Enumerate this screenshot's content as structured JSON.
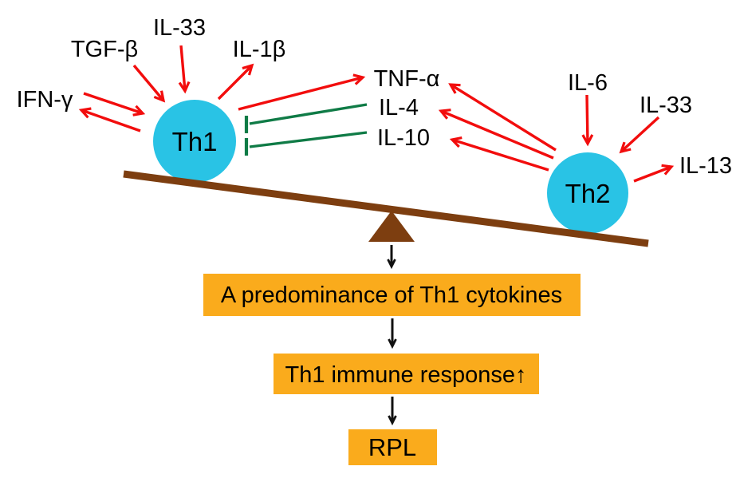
{
  "colors": {
    "cyan": "#29c3e5",
    "brown": "#7d3e10",
    "orange": "#faab1c",
    "red": "#f20d0d",
    "green": "#0f7b46",
    "black": "#111111"
  },
  "nodes": {
    "th1": "Th1",
    "th2": "Th2"
  },
  "th1_cytokines": {
    "ifn_gamma": "IFN-γ",
    "tgf_beta": "TGF-β",
    "il_33": "IL-33",
    "il_1beta": "IL-1β"
  },
  "middle_cytokines": {
    "tnf_alpha": "TNF-α",
    "il_4": "IL-4",
    "il_10": "IL-10"
  },
  "th2_cytokines": {
    "il_6": "IL-6",
    "il_33": "IL-33",
    "il_13": "IL-13"
  },
  "cascade": {
    "step1": "A predominance of Th1 cytokines",
    "step2": "Th1 immune response↑",
    "step3": "RPL"
  }
}
